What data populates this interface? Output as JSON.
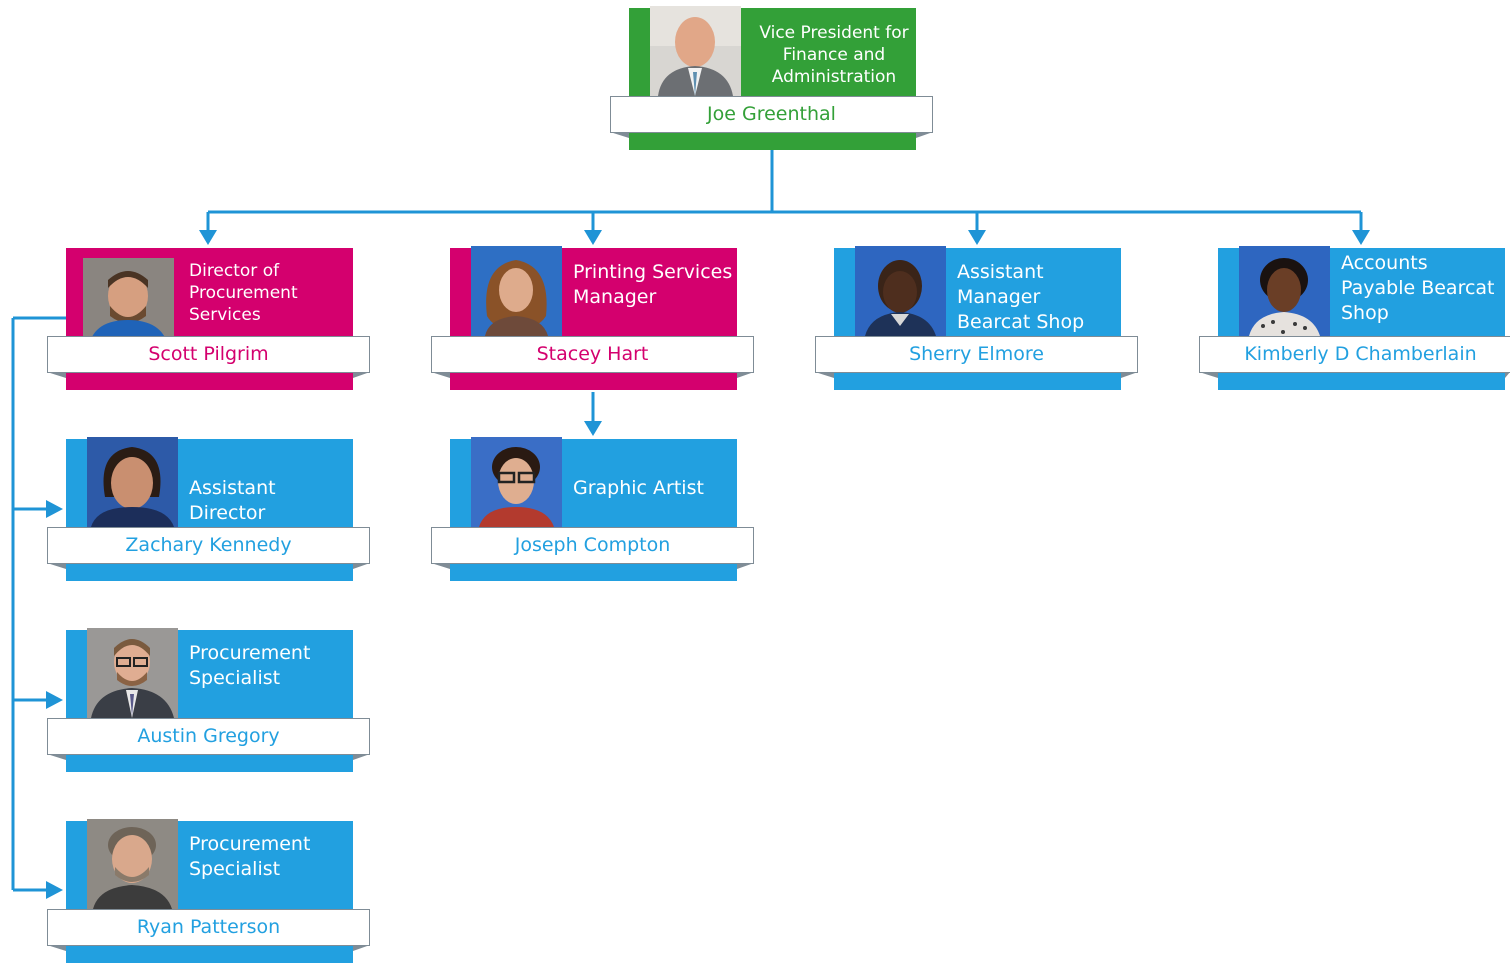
{
  "colors": {
    "green": "#33a038",
    "magenta": "#d4006e",
    "blue": "#22a0e0",
    "connector": "#1f94d6"
  },
  "nodes": {
    "vp": {
      "role": "Vice President for Finance and Administration",
      "name": "Joe Greenthal"
    },
    "director": {
      "role": "Director of Procurement Services",
      "name": "Scott Pilgrim"
    },
    "printing": {
      "role": "Printing Services Manager",
      "name": "Stacey Hart"
    },
    "bearcat_asst": {
      "role": "Assistant Manager Bearcat Shop",
      "name": "Sherry  Elmore"
    },
    "accounts": {
      "role": "Accounts Payable Bearcat Shop",
      "name": "Kimberly D Chamberlain"
    },
    "asst_director": {
      "role": "Assistant Director",
      "name": "Zachary Kennedy"
    },
    "graphic": {
      "role": "Graphic Artist",
      "name": "Joseph Compton"
    },
    "proc1": {
      "role": "Procurement Specialist",
      "name": "Austin Gregory"
    },
    "proc2": {
      "role": "Procurement Specialist",
      "name": "Ryan Patterson"
    }
  }
}
